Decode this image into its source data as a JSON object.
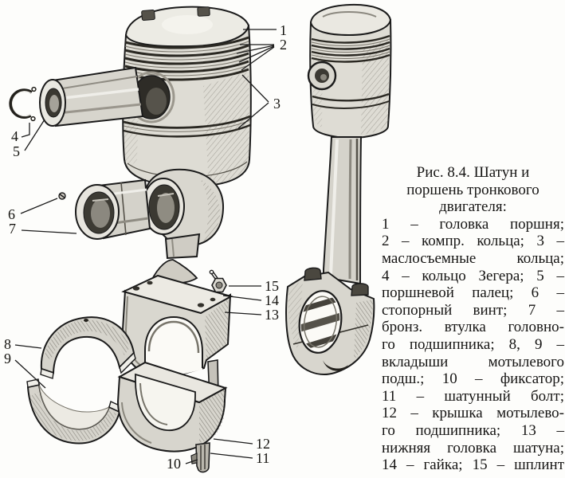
{
  "colors": {
    "paper": "#fdfdfb",
    "ink": "#1b1b1b",
    "metal_light": "#e9e7e0",
    "metal_mid": "#d8d6ce",
    "bore_dark": "#3b3932"
  },
  "figure": {
    "caption": {
      "title_lines": [
        "Рис. 8.4. Шатун и",
        "поршень тронкового",
        "двигателя:"
      ],
      "legend_lines": [
        "1 – головка поршня;",
        "2 – компр. кольца; 3 –",
        "маслосъемные кольца;",
        "4 – кольцо Зегера; 5 –",
        "поршневой палец; 6 –",
        "стопорный винт; 7 –",
        "бронз. втулка головно-",
        "го подшипника; 8, 9 –",
        "вкладыши мотылевого",
        "подш.; 10 – фиксатор;",
        "11 – шатунный болт;",
        "12 – крышка мотылево-",
        "го подшипника; 13 –",
        "нижняя головка шатуна;",
        "14 – гайка; 15 – шплинт"
      ]
    },
    "callouts": [
      {
        "label": "1",
        "part": "головка поршня"
      },
      {
        "label": "2",
        "part": "компрессионные кольца"
      },
      {
        "label": "3",
        "part": "маслосъемные кольца"
      },
      {
        "label": "4",
        "part": "кольцо Зегера"
      },
      {
        "label": "5",
        "part": "поршневой палец"
      },
      {
        "label": "6",
        "part": "стопорный винт"
      },
      {
        "label": "7",
        "part": "бронзовая втулка головного подшипника"
      },
      {
        "label": "8",
        "part": "вкладыш мотылевого подшипника"
      },
      {
        "label": "9",
        "part": "вкладыш мотылевого подшипника"
      },
      {
        "label": "10",
        "part": "фиксатор"
      },
      {
        "label": "11",
        "part": "шатунный болт"
      },
      {
        "label": "12",
        "part": "крышка мотылевого подшипника"
      },
      {
        "label": "13",
        "part": "нижняя головка шатуна"
      },
      {
        "label": "14",
        "part": "гайка"
      },
      {
        "label": "15",
        "part": "шплинт"
      }
    ]
  }
}
